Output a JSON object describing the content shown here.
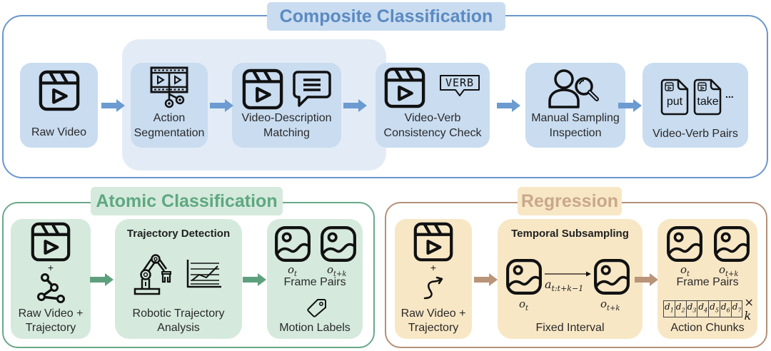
{
  "composite": {
    "title": "Composite Classification",
    "colors": {
      "border": "#6a97cc",
      "fill": "#c9dcf0",
      "group": "#e3ecf6",
      "title_text": "#5b8ac2",
      "arrow": "#6b9bd1"
    },
    "steps": [
      {
        "label_lines": [
          "Raw Video"
        ],
        "icon": "video-clapper-icon"
      },
      {
        "label_lines": [
          "Action",
          "Segmentation"
        ],
        "icon": "film-scissors-icon"
      },
      {
        "label_lines": [
          "Video-Description",
          "Matching"
        ],
        "icon": "video-comment-icon"
      },
      {
        "label_lines": [
          "Video-Verb",
          "Consistency Check"
        ],
        "icon": "video-verb-icon",
        "badge": "VERB"
      },
      {
        "label_lines": [
          "Manual Sampling",
          "Inspection"
        ],
        "icon": "user-search-icon"
      },
      {
        "label_lines": [
          "Video-Verb Pairs"
        ],
        "icon": "document-video-icon",
        "verbs": [
          "put",
          "take"
        ],
        "ellipsis": "..."
      }
    ]
  },
  "atomic": {
    "title": "Atomic Classification",
    "colors": {
      "border": "#6aa888",
      "fill": "#d5eadd",
      "title_text": "#5fa880",
      "arrow": "#5ea07e"
    },
    "input": {
      "label_lines": [
        "Raw Video +",
        "Trajectory"
      ],
      "plus": "+"
    },
    "process": {
      "heading": "Trajectory Detection",
      "label_lines": [
        "Robotic Trajectory",
        "Analysis"
      ]
    },
    "output": {
      "frame_labels": [
        "o_t",
        "o_{t+k}"
      ],
      "frame_label": "Frame Pairs",
      "tag_label": "Motion Labels"
    }
  },
  "regression": {
    "title": "Regression",
    "colors": {
      "border": "#b59076",
      "fill": "#f8e7c5",
      "title_text": "#c9a88a",
      "arrow": "#b89479"
    },
    "input": {
      "label_lines": [
        "Raw Video +",
        "Trajectory"
      ],
      "plus": "+"
    },
    "process": {
      "heading": "Temporal Subsampling",
      "action": "a_{t:t+k-1}",
      "frame_labels": [
        "o_t",
        "o_{t+k}"
      ],
      "label": "Fixed Interval"
    },
    "output": {
      "frame_labels": [
        "o_t",
        "o_{t+k}"
      ],
      "frame_label": "Frame Pairs",
      "chunk_cells": [
        "d1",
        "d2",
        "d3",
        "d4",
        "d5",
        "d6",
        "d7"
      ],
      "chunk_multiplier": "× k",
      "chunk_label": "Action Chunks"
    }
  }
}
